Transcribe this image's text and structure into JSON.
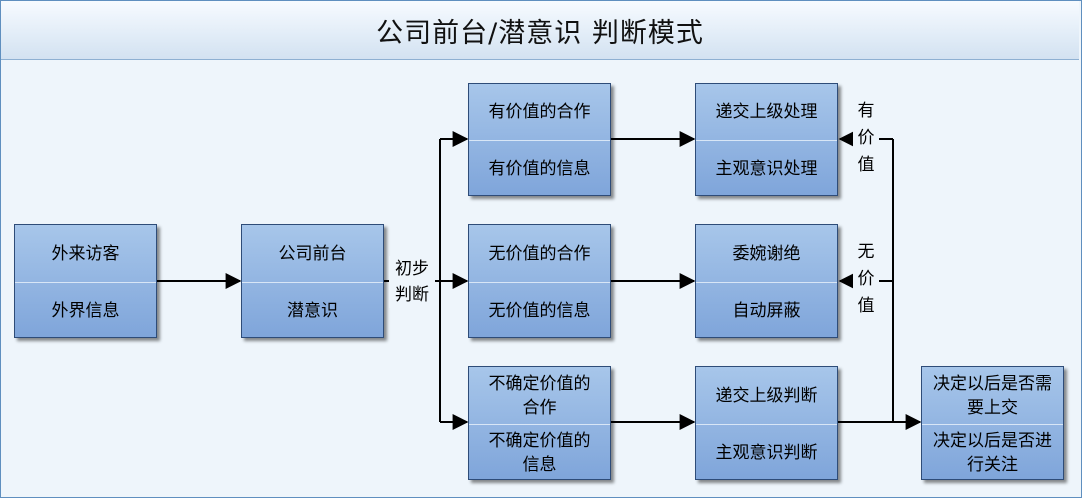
{
  "title": "公司前台/潜意识 判断模式",
  "nodes": {
    "visitor": [
      "外来访客",
      "外界信息"
    ],
    "front_desk": [
      "公司前台",
      "潜意识"
    ],
    "valuable": [
      "有价值的合作",
      "有价值的信息"
    ],
    "not_valuable": [
      "无价值的合作",
      "无价值的信息"
    ],
    "uncertain": [
      "不确定价值的合作",
      "不确定价值的信息"
    ],
    "handle_valuable": [
      "递交上级处理",
      "主观意识处理"
    ],
    "reject": [
      "委婉谢绝",
      "自动屏蔽"
    ],
    "judge_uncertain": [
      "递交上级判断",
      "主观意识判断"
    ],
    "decide_later": [
      "决定以后是否需要上交",
      "决定以后是否进行关注"
    ]
  },
  "edge_labels": {
    "initial_judgment": "初步判断",
    "has_value": "有价值",
    "no_value": "无价值"
  },
  "colors": {
    "box_fill_top": "#a7c6ea",
    "box_fill_bottom": "#7fa5da",
    "box_border": "#2e4c78",
    "background": "#eef5fb",
    "connector": "#000000"
  }
}
